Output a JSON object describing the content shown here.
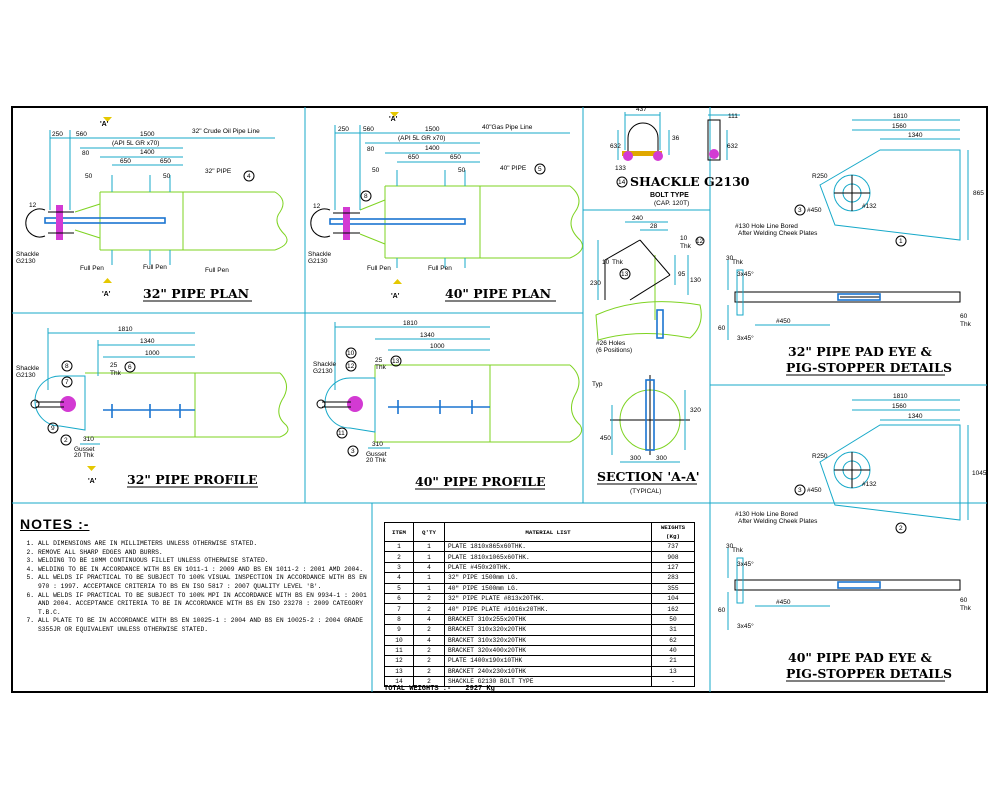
{
  "views": {
    "plan32": {
      "title": "32\" PIPE PLAN",
      "section_mark": "'A'",
      "pipe_label": "32\" Crude Oil Pipe Line",
      "spec": "(API 5L GR x70)",
      "dims": [
        "250",
        "560",
        "1500",
        "80",
        "1400",
        "650",
        "650",
        "50",
        "50",
        "12"
      ],
      "pipe_callout": "32\" PIPE",
      "item": "4",
      "shackle": "Shackle\nG2130",
      "full_pen": "Full Pen"
    },
    "plan40": {
      "title": "40\" PIPE PLAN",
      "section_mark": "'A'",
      "pipe_label": "40\"Gas Pipe Line",
      "spec": "(API 5L GR x70)",
      "dims": [
        "250",
        "560",
        "1500",
        "80",
        "1400",
        "650",
        "650",
        "50",
        "50",
        "12"
      ],
      "pipe_callout": "40\" PIPE",
      "item": "5",
      "item2": "8",
      "shackle": "Shackle\nG2130",
      "full_pen": "Full Pen"
    },
    "profile32": {
      "title": "32\" PIPE PROFILE",
      "section_mark": "'A'",
      "dims": [
        "1810",
        "1340",
        "1000",
        "25",
        "310"
      ],
      "thk": "Thk",
      "items": [
        "8",
        "7",
        "6",
        "9",
        "2"
      ],
      "gusset": "Gusset\n20 Thk",
      "shackle": "Shackle\nG2130"
    },
    "profile40": {
      "title": "40\" PIPE PROFILE",
      "dims": [
        "1810",
        "1340",
        "1000",
        "25",
        "310"
      ],
      "thk": "Thk",
      "items": [
        "10",
        "12",
        "13",
        "11",
        "3"
      ],
      "gusset": "Gusset\n20 Thk",
      "shackle": "Shackle\nG2130"
    },
    "shackle": {
      "title": "SHACKLE G2130",
      "subtitle": "BOLT TYPE",
      "cap": "(CAP. 120T)",
      "item": "14",
      "dims": [
        "437",
        "111",
        "36",
        "632",
        "133",
        "632"
      ]
    },
    "section": {
      "title": "SECTION 'A-A'",
      "typical": "(TYPICAL)",
      "dims": [
        "240",
        "28",
        "10",
        "12",
        "230",
        "95",
        "130",
        "320",
        "450",
        "300",
        "300"
      ],
      "thk": "Thk",
      "item": "13",
      "holes": "#26 Holes\n(6 Positions)",
      "typ": "Typ"
    },
    "padeye32": {
      "title1": "32\" PIPE PAD EYE &",
      "title2": "PIG-STOPPER DETAILS",
      "dims": [
        "1810",
        "1560",
        "1340",
        "R250",
        "#450",
        "#132",
        "865",
        "30",
        "3x45°",
        "60",
        "#450",
        "60"
      ],
      "thk": "Thk",
      "hole": "#130 Hole Line Bored\nAfter Welding Cheek Plates",
      "items": [
        "1",
        "3"
      ]
    },
    "padeye40": {
      "title1": "40\" PIPE PAD EYE &",
      "title2": "PIG-STOPPER DETAILS",
      "dims": [
        "1810",
        "1560",
        "1340",
        "R250",
        "#450",
        "#132",
        "1045",
        "30",
        "3x45°",
        "60",
        "#450",
        "60"
      ],
      "thk": "Thk",
      "hole": "#130 Hole Line Bored\nAfter Welding Cheek Plates",
      "items": [
        "2",
        "3"
      ]
    }
  },
  "notes": {
    "title": "NOTES :-",
    "items": [
      {
        "n": "1.",
        "text": "ALL DIMENSIONS ARE IN MILLIMETERS UNLESS OTHERWISE STATED."
      },
      {
        "n": "2.",
        "text": "REMOVE ALL SHARP EDGES AND BURRS."
      },
      {
        "n": "3.",
        "text": "WELDING TO BE 10MM CONTINUOUS FILLET UNLESS OTHERWISE STATED."
      },
      {
        "n": "4.",
        "text": "WELDING TO BE IN ACCORDANCE WITH BS EN 1011-1 : 2009 AND BS EN 1011-2 : 2001 AMD 2004."
      },
      {
        "n": "5.",
        "text": "ALL WELDS IF PRACTICAL TO BE SUBJECT TO 100% VISUAL INSPECTION IN ACCORDANCE WITH BS EN 970 : 1997. ACCEPTANCE CRITERIA TO BS EN ISO 5817 : 2007 QUALITY LEVEL 'B'."
      },
      {
        "n": "6.",
        "text": "ALL WELDS IF PRACTICAL TO BE SUBJECT TO 100% MPI IN ACCORDANCE WITH BS EN 9934-1 : 2001 AND 2004. ACCEPTANCE CRITERIA TO BE IN ACCORDANCE WITH BS EN ISO 23278 : 2009 CATEGORY T.B.C."
      },
      {
        "n": "7.",
        "text": "ALL PLATE TO BE IN ACCORDANCE WITH BS EN 10025-1 : 2004 AND BS EN 10025-2 : 2004 GRADE S355JR OR EQUIVALENT UNLESS OTHERWISE STATED."
      }
    ]
  },
  "material_list": {
    "headers": {
      "item": "ITEM",
      "qty": "Q'TY",
      "desc": "MATERIAL LIST",
      "weight": "WEIGHTS (Kg)"
    },
    "rows": [
      {
        "item": "1",
        "qty": "1",
        "desc": "PLATE 1810x865x60THK.",
        "weight": "737"
      },
      {
        "item": "2",
        "qty": "1",
        "desc": "PLATE 1810x1065x60THK.",
        "weight": "908"
      },
      {
        "item": "3",
        "qty": "4",
        "desc": "PLATE #450x20THK.",
        "weight": "127"
      },
      {
        "item": "4",
        "qty": "1",
        "desc": "32\" PIPE 1500mm LG.",
        "weight": "283"
      },
      {
        "item": "5",
        "qty": "1",
        "desc": "40\" PIPE 1500mm LG.",
        "weight": "355"
      },
      {
        "item": "6",
        "qty": "2",
        "desc": "32\" PIPE PLATE #813x20THK.",
        "weight": "104"
      },
      {
        "item": "7",
        "qty": "2",
        "desc": "40\" PIPE PLATE #1016x20THK.",
        "weight": "162"
      },
      {
        "item": "8",
        "qty": "4",
        "desc": "BRACKET 310x255x20THK",
        "weight": "50"
      },
      {
        "item": "9",
        "qty": "2",
        "desc": "BRACKET 310x320x20THK",
        "weight": "31"
      },
      {
        "item": "10",
        "qty": "4",
        "desc": "BRACKET 310x320x20THK",
        "weight": "62"
      },
      {
        "item": "11",
        "qty": "2",
        "desc": "BRACKET 320x400x20THK",
        "weight": "40"
      },
      {
        "item": "12",
        "qty": "2",
        "desc": "PLATE 1400x190x10THK",
        "weight": "21"
      },
      {
        "item": "13",
        "qty": "2",
        "desc": "BRACKET 240x230x10THK",
        "weight": "13"
      },
      {
        "item": "14",
        "qty": "2",
        "desc": "SHACKLE G2130 BOLT TYPE",
        "weight": "-"
      }
    ],
    "total_label": "TOTAL WEIGHTS :-",
    "total_value": "2927 Kg"
  }
}
